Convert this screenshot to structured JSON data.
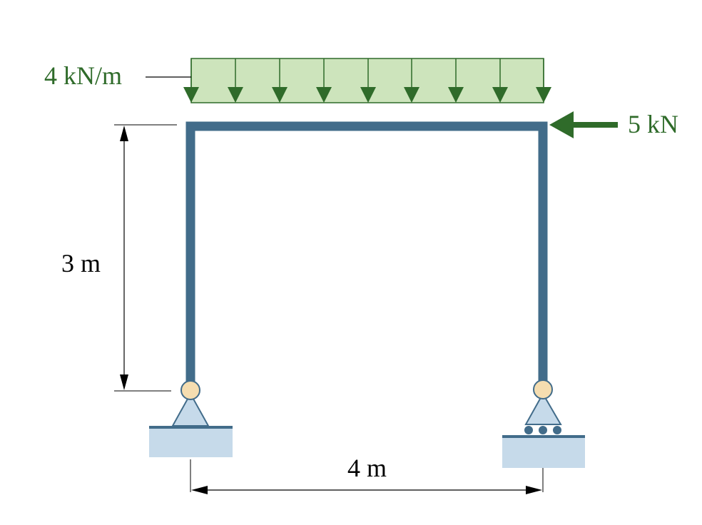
{
  "loads": {
    "distributed_label": "4 kN/m",
    "point_label": "5 kN"
  },
  "dimensions": {
    "height_label": "3 m",
    "span_label": "4 m"
  },
  "colors": {
    "frame": "#426C8A",
    "load_green": "#2F6B2A",
    "load_fill": "#CDE4BC",
    "pin": "#F5DDB0",
    "support_fill": "#C6DAEA",
    "support_line": "#426C8A"
  }
}
